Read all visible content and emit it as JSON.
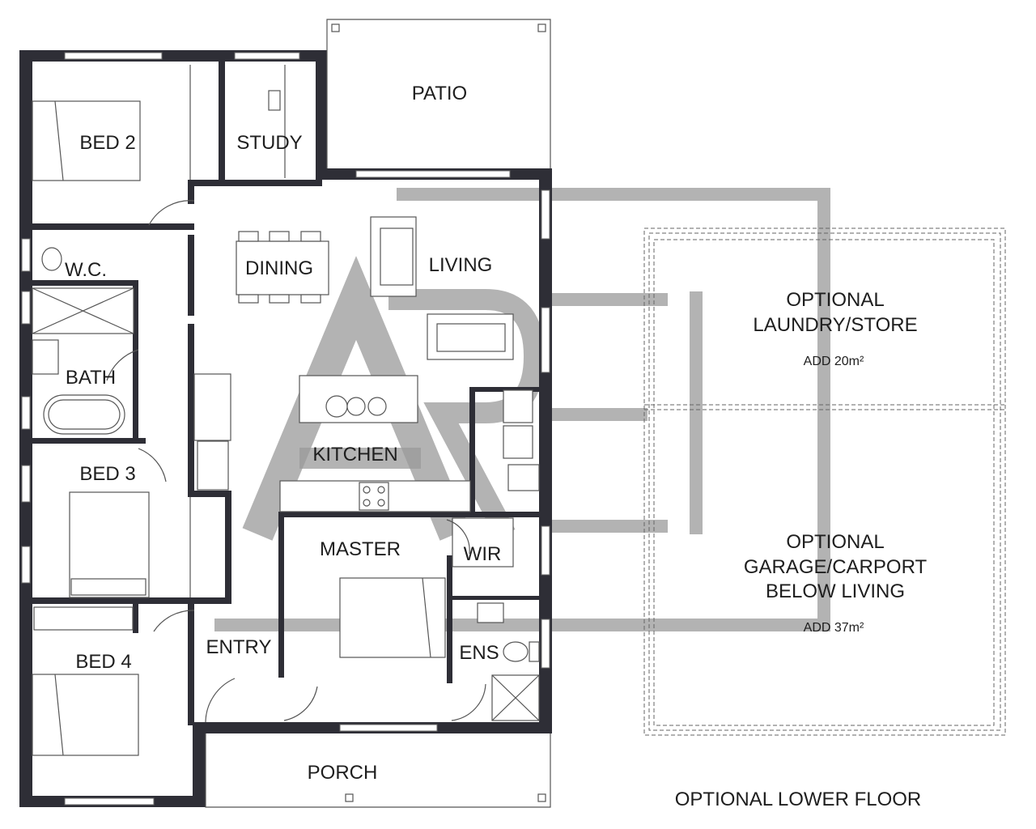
{
  "rooms": {
    "bed2": "BED 2",
    "study": "STUDY",
    "patio": "PATIO",
    "wc": "W.C.",
    "dining": "DINING",
    "living": "LIVING",
    "bath": "BATH",
    "kitchen": "KITCHEN",
    "bed3": "BED 3",
    "master": "MASTER",
    "wir": "WIR",
    "bed4": "BED 4",
    "entry": "ENTRY",
    "ens": "ENS",
    "porch": "PORCH"
  },
  "optional": {
    "laundry_line1": "OPTIONAL",
    "laundry_line2": "LAUNDRY/STORE",
    "laundry_area": "ADD 20m²",
    "garage_line1": "OPTIONAL",
    "garage_line2": "GARAGE/CARPORT",
    "garage_line3": "BELOW LIVING",
    "garage_area": "ADD 37m²",
    "floor_caption": "OPTIONAL LOWER FLOOR"
  },
  "colors": {
    "wall": "#2e2e36",
    "watermark": "#9a9a9a"
  }
}
